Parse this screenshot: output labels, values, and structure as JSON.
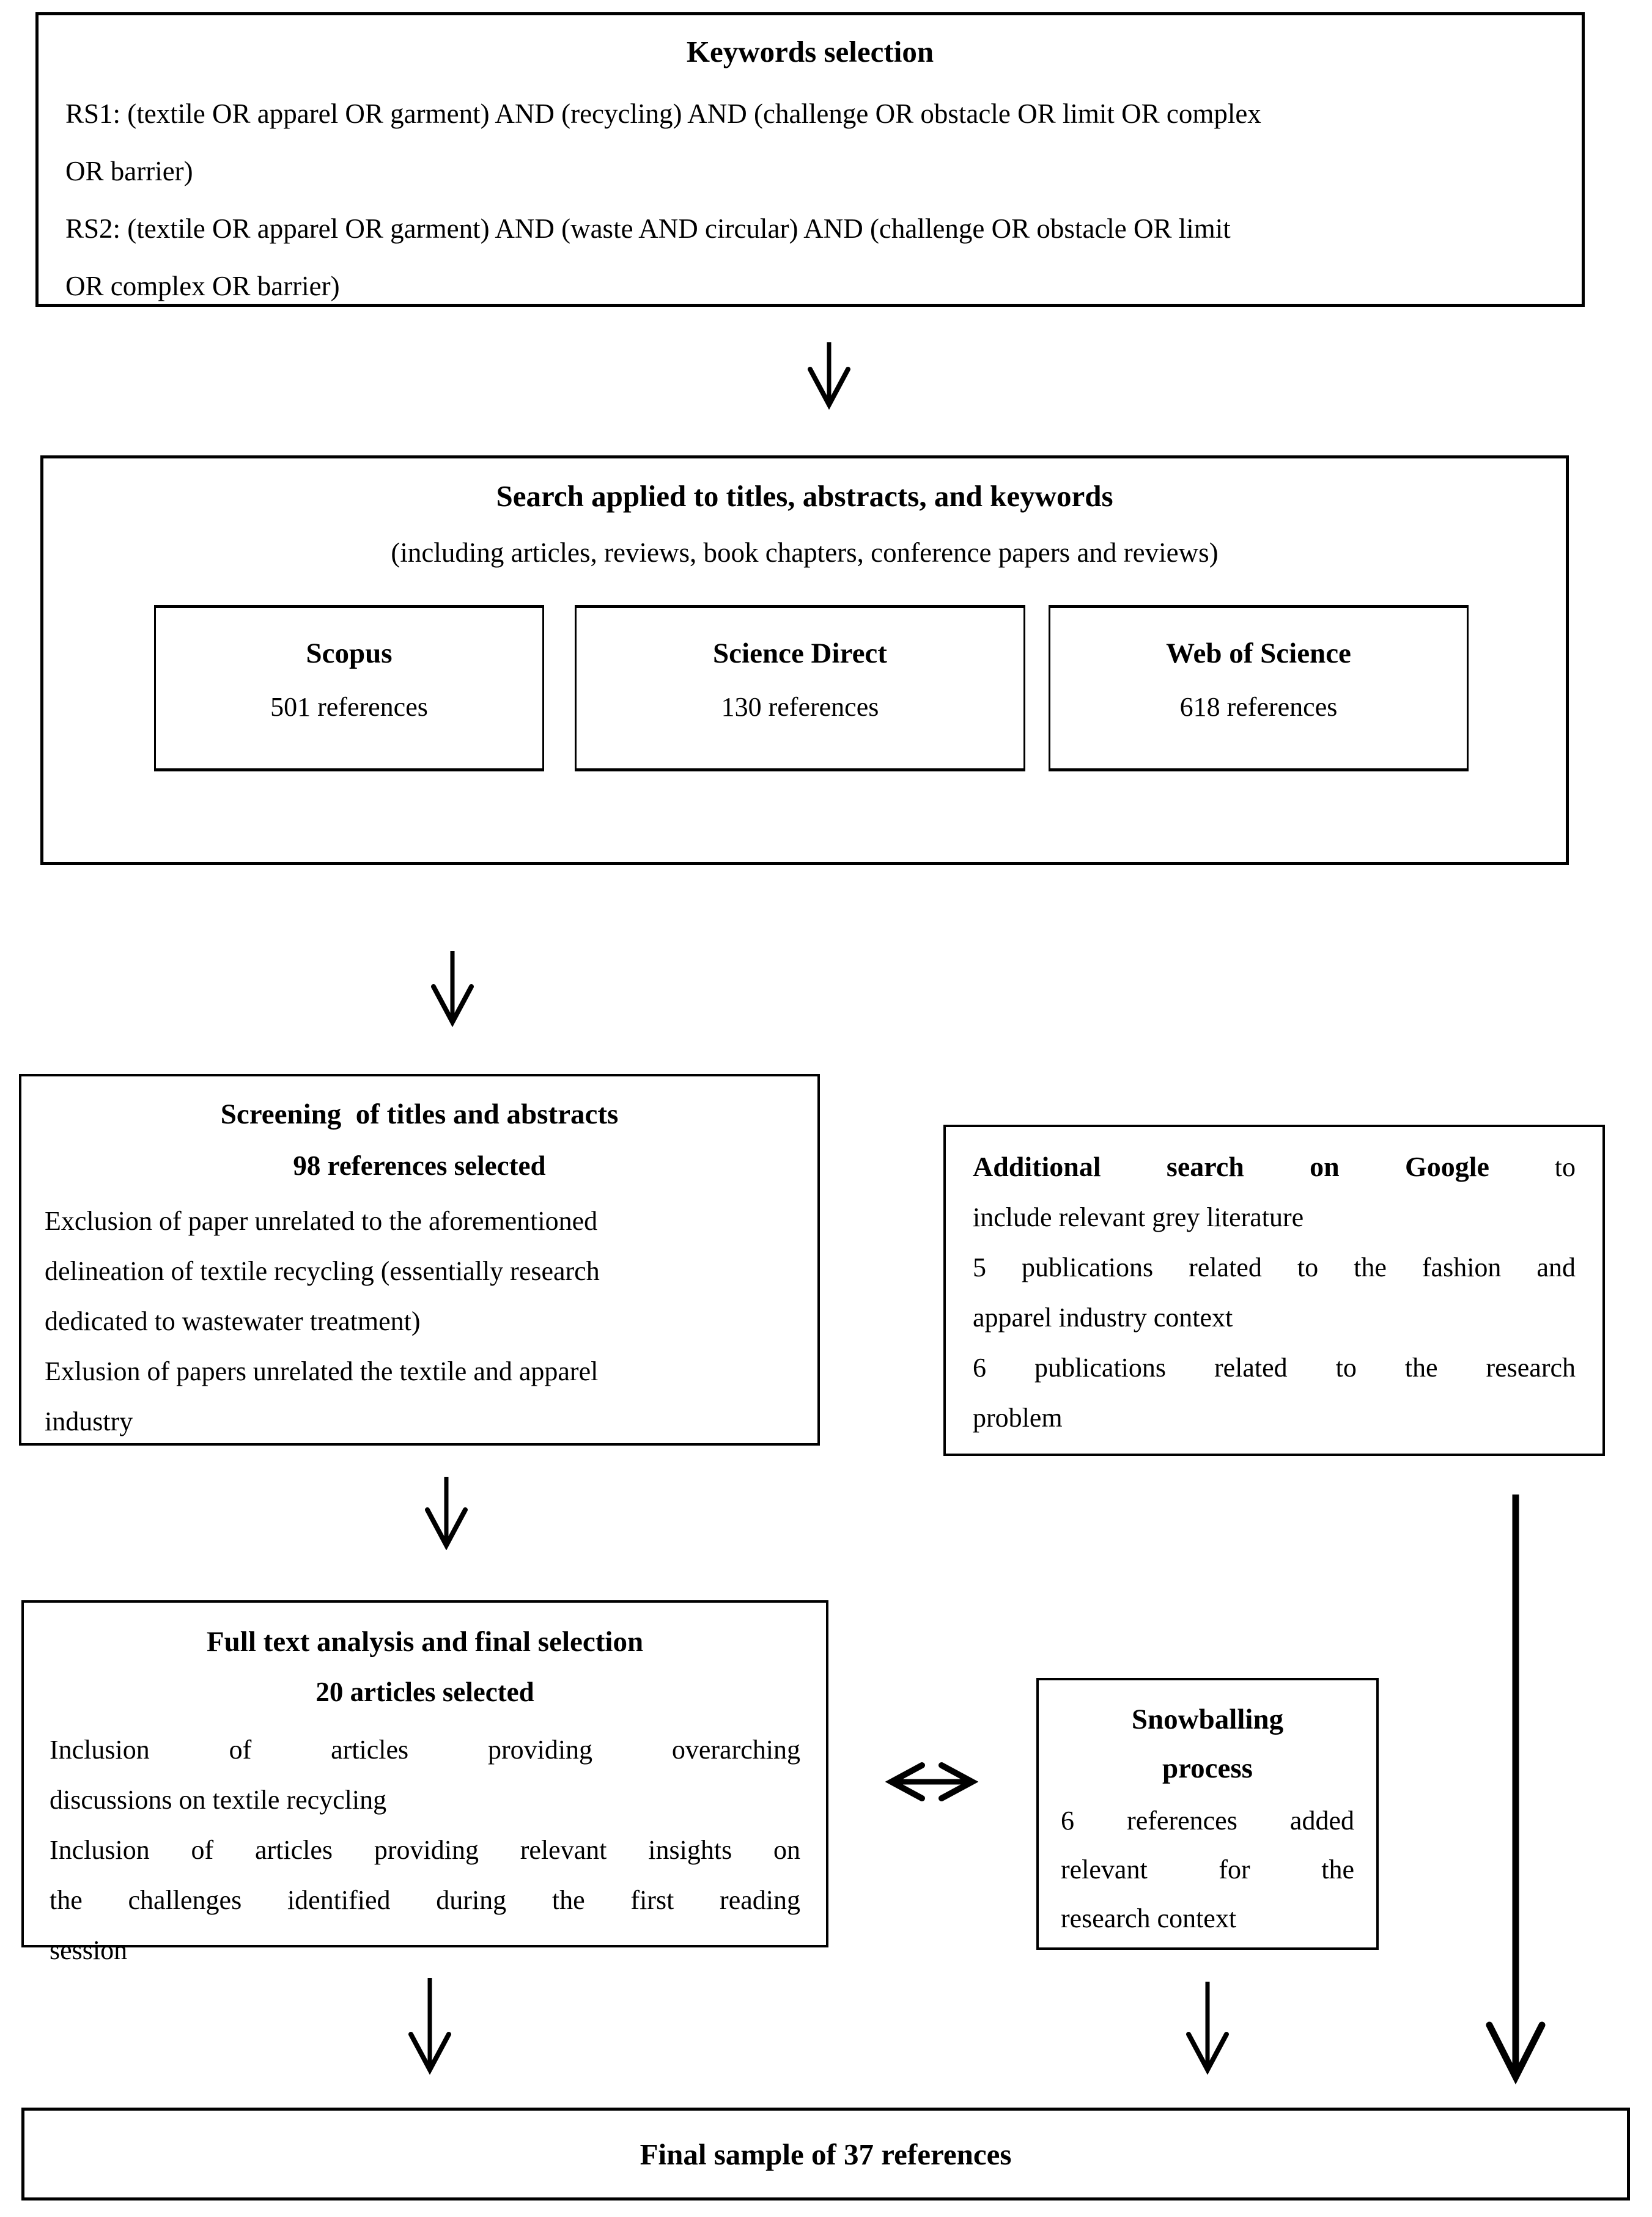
{
  "colors": {
    "background": "#ffffff",
    "ink": "#000000"
  },
  "keywords_box": {
    "title": "Keywords selection",
    "rs1_line1": "RS1: (textile OR apparel OR garment) AND (recycling) AND (challenge OR obstacle OR limit OR complex",
    "rs1_line2": "OR barrier)",
    "rs2_line1": "RS2: (textile OR apparel OR garment) AND (waste AND circular) AND (challenge OR obstacle OR limit",
    "rs2_line2": "OR complex OR barrier)"
  },
  "search_box": {
    "title": "Search applied to titles, abstracts, and keywords",
    "subtitle": "(including articles, reviews, book chapters, conference papers and reviews)",
    "sources": [
      {
        "name": "Scopus",
        "count": "501 references"
      },
      {
        "name": "Science Direct",
        "count": "130 references"
      },
      {
        "name": "Web of Science",
        "count": "618 references"
      }
    ]
  },
  "screening_box": {
    "title": "Screening  of titles and abstracts",
    "subtitle": "98 references selected",
    "line1": "Exclusion of paper unrelated to the aforementioned",
    "line2": "delineation of textile recycling (essentially research",
    "line3": "dedicated to wastewater treatment)",
    "line4": "Exlusion of papers unrelated the textile and apparel",
    "line5": "industry"
  },
  "additional_box": {
    "title_bold": "Additional search on Google",
    "title_tail": "to",
    "line2": "include relevant grey literature",
    "line3": "5 publications related to the fashion and",
    "line4": "apparel industry context",
    "line5": "6 publications related to the research",
    "line6": "problem"
  },
  "fulltext_box": {
    "title": "Full text analysis and final selection",
    "subtitle": "20 articles selected",
    "line1": "Inclusion of articles providing overarching",
    "line2": "discussions on textile recycling",
    "line3": "Inclusion of articles providing relevant insights on",
    "line4": "the challenges identified during the first reading",
    "line5": "session"
  },
  "snowballing_box": {
    "title_line1": "Snowballing",
    "title_line2": "process",
    "line1": "6 references added",
    "line2": "relevant for the",
    "line3": "research context"
  },
  "final_box": {
    "label": "Final sample of 37 references"
  }
}
